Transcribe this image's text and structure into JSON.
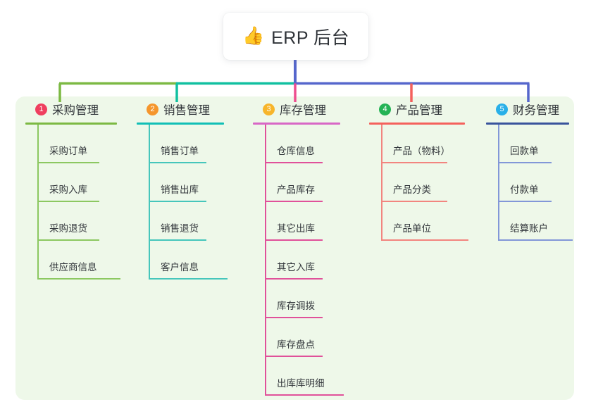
{
  "root": {
    "icon": "thumbs-up-icon",
    "icon_glyph": "👍",
    "title": "ERP 后台"
  },
  "palette": {
    "panel_background": "#eef8e9",
    "page_background": "#ffffff",
    "title_text": "#2f3338",
    "connector_green": "#7cb943",
    "connector_teal": "#10c0a0",
    "connector_blue": "#5566cc",
    "connector_pink": "#ee4d8f",
    "connector_red": "#f4615c"
  },
  "connectors": {
    "trunk_color": "#5566cc",
    "segments": [
      {
        "name": "bar-green",
        "color": "#7cb943"
      },
      {
        "name": "bar-teal",
        "color": "#10c0a0"
      },
      {
        "name": "bar-blue",
        "color": "#5566cc"
      }
    ],
    "drops": [
      {
        "name": "drop-purchase",
        "color": "#7cb943"
      },
      {
        "name": "drop-sales",
        "color": "#10c0a0"
      },
      {
        "name": "drop-inventory",
        "color": "#ee4d8f"
      },
      {
        "name": "drop-product",
        "color": "#f4615c"
      },
      {
        "name": "drop-finance",
        "color": "#5566cc"
      }
    ]
  },
  "columns": [
    {
      "key": "purchase",
      "number": "1",
      "title": "采购管理",
      "badge_color": "#ef3f5f",
      "rule_color": "#7cb943",
      "line_color": "#8cc861",
      "items": [
        {
          "label": "采购订单"
        },
        {
          "label": "采购入库"
        },
        {
          "label": "采购退货"
        },
        {
          "label": "供应商信息"
        }
      ]
    },
    {
      "key": "sales",
      "number": "2",
      "title": "销售管理",
      "badge_color": "#f5962c",
      "rule_color": "#11bfb6",
      "line_color": "#46c6bb",
      "items": [
        {
          "label": "销售订单"
        },
        {
          "label": "销售出库"
        },
        {
          "label": "销售退货"
        },
        {
          "label": "客户信息"
        }
      ]
    },
    {
      "key": "inventory",
      "number": "3",
      "title": "库存管理",
      "badge_color": "#f7b52b",
      "rule_color": "#d867c6",
      "line_color": "#e0519a",
      "items": [
        {
          "label": "仓库信息"
        },
        {
          "label": "产品库存"
        },
        {
          "label": "其它出库"
        },
        {
          "label": "其它入库"
        },
        {
          "label": "库存调拨"
        },
        {
          "label": "库存盘点"
        },
        {
          "label": "出库库明细"
        }
      ]
    },
    {
      "key": "product",
      "number": "4",
      "title": "产品管理",
      "badge_color": "#24b355",
      "rule_color": "#f4615c",
      "line_color": "#f2857f",
      "items": [
        {
          "label": "产品（物料）"
        },
        {
          "label": "产品分类"
        },
        {
          "label": "产品单位"
        }
      ]
    },
    {
      "key": "finance",
      "number": "5",
      "title": "财务管理",
      "badge_color": "#29b0e8",
      "rule_color": "#39549c",
      "line_color": "#8297d8",
      "items": [
        {
          "label": "回款单"
        },
        {
          "label": "付款单"
        },
        {
          "label": "结算账户"
        }
      ]
    }
  ]
}
